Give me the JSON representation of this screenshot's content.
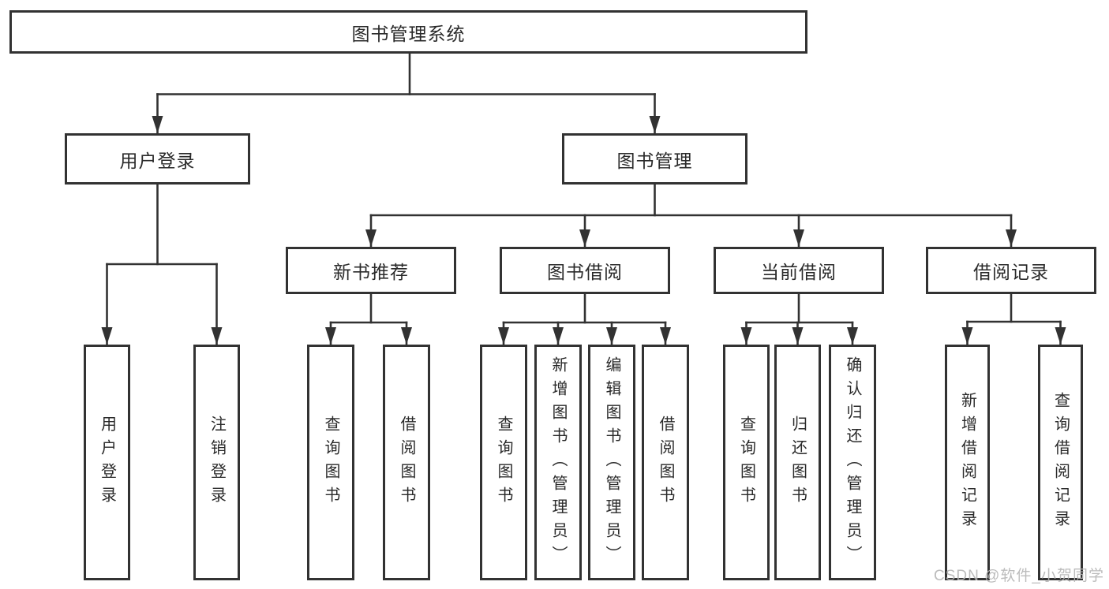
{
  "tree": {
    "root": "图书管理系统",
    "branches": [
      {
        "label": "用户登录",
        "children": [
          "用户登录",
          "注销登录"
        ]
      },
      {
        "label": "图书管理",
        "groups": [
          {
            "label": "新书推荐",
            "children": [
              "查询图书",
              "借阅图书"
            ]
          },
          {
            "label": "图书借阅",
            "children": [
              "查询图书",
              "新增图书（管理员）",
              "编辑图书（管理员）",
              "借阅图书"
            ]
          },
          {
            "label": "当前借阅",
            "children": [
              "查询图书",
              "归还图书",
              "确认归还（管理员）"
            ]
          },
          {
            "label": "借阅记录",
            "children": [
              "新增借阅记录",
              "查询借阅记录"
            ]
          }
        ]
      }
    ]
  },
  "watermark": "CSDN @软件_小贺同学",
  "colors": {
    "line": "#323232",
    "text": "#2a2a2a",
    "background": "#ffffff",
    "watermark": "#b5b5b5"
  }
}
